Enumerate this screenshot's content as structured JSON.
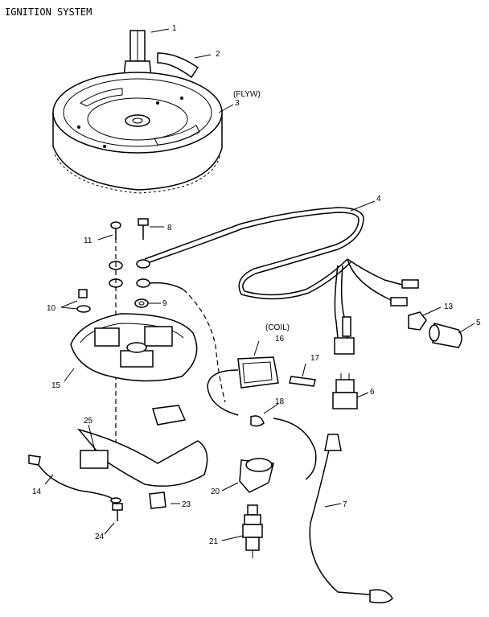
{
  "title": "IGNITION SYSTEM",
  "flywheel_note": "(FLYW)",
  "coil_note": "(COIL)",
  "callouts": [
    "1",
    "2",
    "3",
    "4",
    "5",
    "6",
    "7",
    "8",
    "9",
    "10",
    "11",
    "13",
    "14",
    "15",
    "16",
    "17",
    "18",
    "20",
    "21",
    "23",
    "24",
    "25"
  ]
}
